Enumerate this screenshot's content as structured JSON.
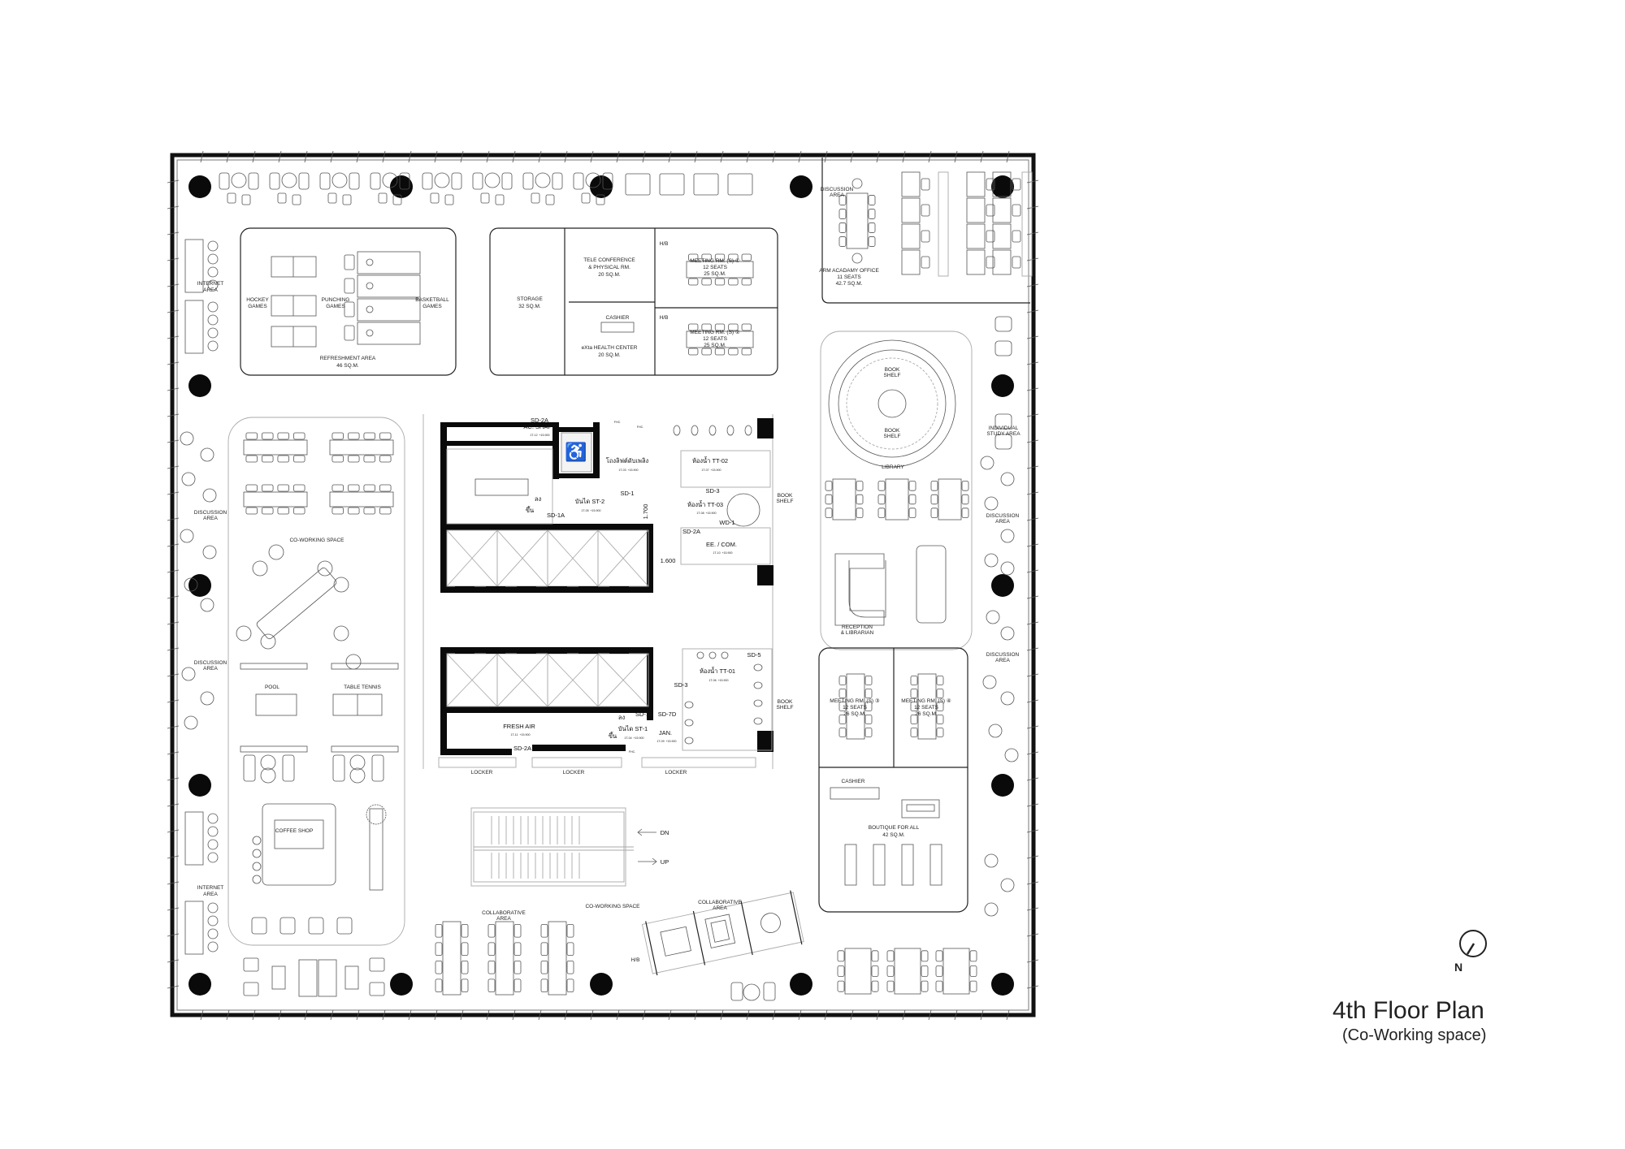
{
  "title": "4th Floor Plan",
  "subtitle": "(Co-Working space)",
  "north_label": "N",
  "labels": {
    "internet_area": [
      "INTERNET",
      "AREA"
    ],
    "hockey": [
      "HOCKEY",
      "GAMES"
    ],
    "punching": [
      "PUNCHING",
      "GAMES"
    ],
    "basketball": [
      "BASKETBALL",
      "GAMES"
    ],
    "refreshment": [
      "REFRESHMENT AREA",
      "46 SQ.M."
    ],
    "storage": [
      "STORAGE",
      "32 SQ.M."
    ],
    "tele": [
      "TELE CONFERENCE",
      "& PHYSICAL RM.",
      "20 SQ.M."
    ],
    "cashier": "CASHIER",
    "health": [
      "eXta HEALTH CENTER",
      "20 SQ.M."
    ],
    "meeting1": [
      "MEETING RM. (S) ①",
      "12 SEATS",
      "25 SQ.M."
    ],
    "meeting2": [
      "MEETING RM. (S) ②",
      "12 SEATS",
      "25 SQ.M."
    ],
    "meeting3": [
      "MEETING RM. (S) ③",
      "12 SEATS",
      "26 SQ.M."
    ],
    "meeting4": [
      "MEETING RM. (S) ④",
      "12 SEATS",
      "26 SQ.M."
    ],
    "hb": "H/B",
    "discussion": [
      "DISCUSSION",
      "AREA"
    ],
    "academy": [
      "ARM ACADAMY OFFICE",
      "11 SEATS",
      "42.7 SQ.M."
    ],
    "book_shelf": [
      "BOOK",
      "SHELF"
    ],
    "library": "LIBRARY",
    "individual": [
      "INDIVIDUAL",
      "STUDY AREA"
    ],
    "reception": [
      "RECEPTION",
      "& LIBRARIAN"
    ],
    "boutique": [
      "BOUTIQUE FOR ALL",
      "42 SQ.M."
    ],
    "coworking": "CO-WORKING SPACE",
    "pool": "POOL",
    "table_tennis": "TABLE TENNIS",
    "coffee": "COFFEE SHOP",
    "locker": "LOCKER",
    "dn": "DN",
    "up": "UP",
    "collaborative": [
      "COLLABORATIVE",
      "AREA"
    ]
  },
  "core": {
    "sd2a": "SD-2A",
    "ac_shaft": "AC. SHAFT",
    "fhc": "FHC.",
    "sd5": "SD-5",
    "fire_lift_lobby": "โถงลิฟต์ดับเพลิง",
    "tt02": "ห้องน้ำ TT-02",
    "tt03": "ห้องน้ำ TT-03",
    "tt01": "ห้องน้ำ TT-01",
    "sd1": "SD-1",
    "sd3": "SD-3",
    "wd1": "WD-1",
    "st2": "บันได ST-2",
    "st1": "บันได ST-1",
    "up_th": "ขึ้น",
    "down_th": "ลง",
    "sd1a": "SD-1A",
    "sd7d": "SD-7D",
    "dim_1700": "1.700",
    "dim_1600": "1.600",
    "ee_com": "EE. / COM.",
    "fresh_air": "FRESH AIR",
    "jan": "JAN.",
    "level": "+15.900",
    "codes": {
      "ac": "1T-12",
      "lobby": "1T-03",
      "tt02": "1T-07",
      "tt03": "1T-08",
      "st2": "1T-05",
      "ee": "1T-10",
      "tt01": "1T-06",
      "fresh": "1T-11",
      "st1": "1T-04",
      "jan": "1T-09"
    }
  }
}
